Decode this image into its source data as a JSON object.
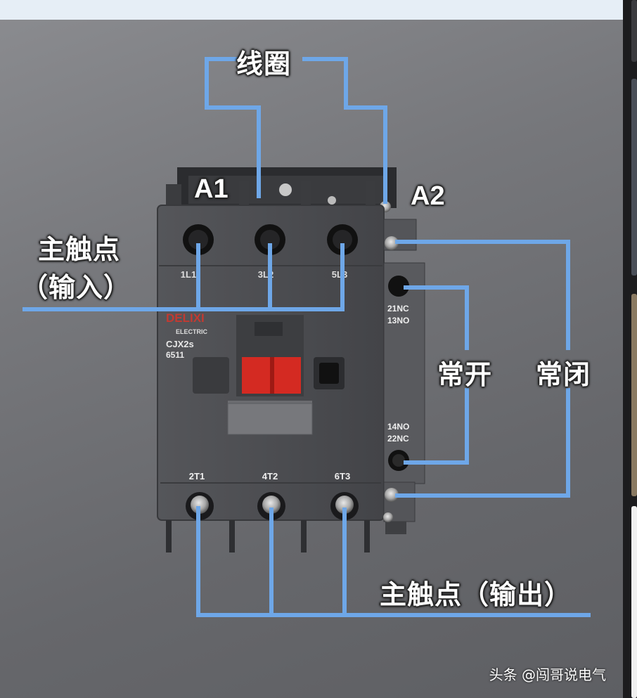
{
  "diagram": {
    "device": {
      "brand": "DELIXI",
      "brand_sub": "ELECTRIC",
      "model": "CJX2s",
      "model_code": "6511",
      "top_terminals": [
        "1L1",
        "3L2",
        "5L3"
      ],
      "bottom_terminals": [
        "2T1",
        "4T2",
        "6T3"
      ],
      "aux_top_label": [
        "21NC",
        "13NO"
      ],
      "aux_bottom_label": [
        "14NO",
        "22NC"
      ]
    },
    "labels": {
      "coil": "线圈",
      "a1": "A1",
      "a2": "A2",
      "main_input_line1": "主触点",
      "main_input_line2": "（输入）",
      "normally_open": "常开",
      "normally_closed": "常闭",
      "main_output": "主触点（输出）"
    },
    "colors": {
      "wire": "#6ea7e8",
      "body": "#4b4c50",
      "indicator": "#d42a22"
    }
  },
  "watermark": "头条 @闯哥说电气"
}
